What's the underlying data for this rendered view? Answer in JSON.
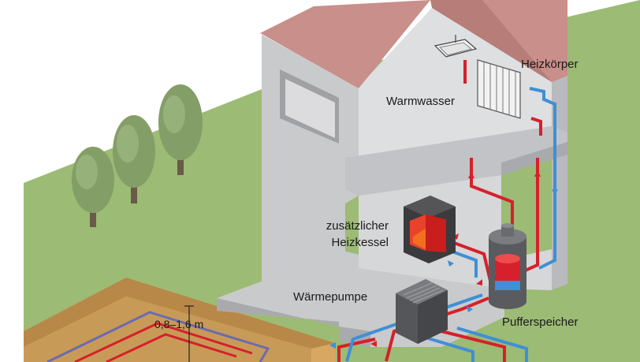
{
  "labels": {
    "radiator": "Heizkörper",
    "hot_water": "Warmwasser",
    "boiler_line1": "zusätzlicher",
    "boiler_line2": "Heizkessel",
    "heat_pump": "Wärmepumpe",
    "buffer_tank": "Pufferspeicher",
    "depth": "0,8–1,6 m"
  },
  "colors": {
    "lawn": "#9cbb74",
    "roof": "#c98f8a",
    "wall_light": "#d6d7d9",
    "wall_mid": "#c2c3c6",
    "wall_dark": "#a9aaad",
    "pipe_hot": "#d6202b",
    "pipe_cold": "#3f8fd6",
    "soil": "#c79a57",
    "tree": "#7f9a62"
  },
  "icons": [
    "tree-icon",
    "sink-icon",
    "radiator-icon",
    "boiler-icon",
    "heat-pump-icon",
    "buffer-tank-icon"
  ]
}
